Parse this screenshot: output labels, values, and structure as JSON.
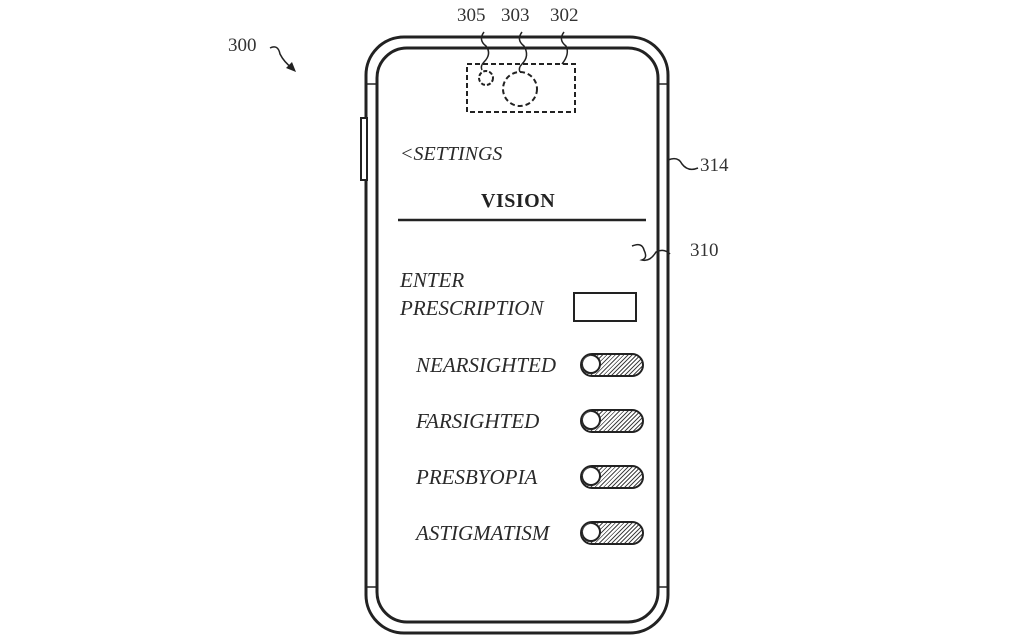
{
  "figure_refs": {
    "device": "300",
    "notch_region": "302",
    "camera": "303",
    "sensor": "305",
    "housing": "314",
    "display": "310"
  },
  "nav": {
    "back_label": "<SETTINGS"
  },
  "screen": {
    "title": "VISION"
  },
  "prescription": {
    "label_line1": "ENTER",
    "label_line2": "PRESCRIPTION",
    "value": ""
  },
  "toggles": [
    {
      "label": "NEARSIGHTED",
      "state": "on"
    },
    {
      "label": "FARSIGHTED",
      "state": "on"
    },
    {
      "label": "PRESBYOPIA",
      "state": "on"
    },
    {
      "label": "ASTIGMATISM",
      "state": "on"
    }
  ]
}
